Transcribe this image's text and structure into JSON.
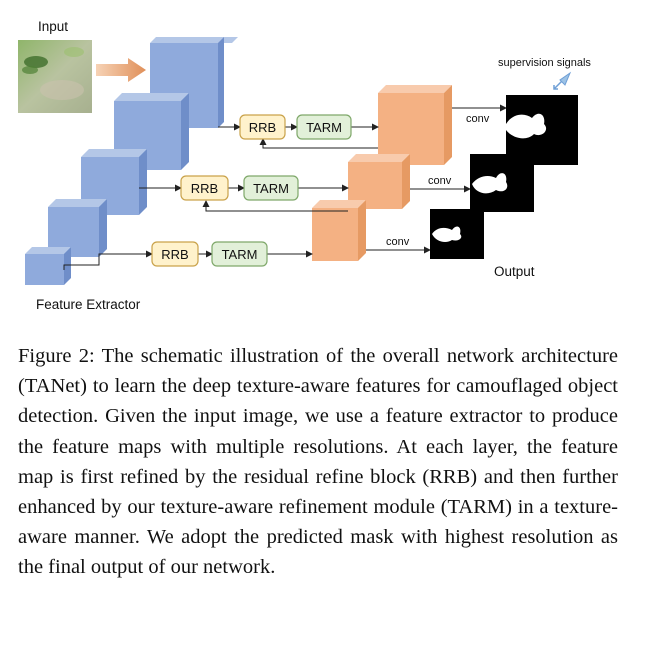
{
  "diagram": {
    "input_label": "Input",
    "supervision_label": "supervision signals",
    "rrb_label": "RRB",
    "tarm_label": "TARM",
    "conv_label": "conv",
    "output_label": "Output",
    "extractor_label": "Feature Extractor",
    "colors": {
      "cube_front": "#8faadc",
      "cube_top": "#b4c7e7",
      "cube_side": "#6f8ec9",
      "orange_front": "#f4b183",
      "orange_top": "#f8cbad",
      "orange_side": "#e69a63",
      "rrb_fill": "#fff2cc",
      "rrb_border": "#c9a24a",
      "tarm_fill": "#e2f0d9",
      "tarm_border": "#7fa86a",
      "arrow_orange": "#e0905a",
      "supervision_arrow": "#9dc3e6"
    }
  },
  "caption": {
    "text": "Figure 2: The schematic illustration of the overall network architecture (TANet) to learn the deep texture-aware features for camouflaged object detection. Given the input image, we use a feature extractor to produce the feature maps with multiple resolutions. At each layer, the feature map is first refined by the residual refine block (RRB) and then further enhanced by our texture-aware refinement module (TARM) in a texture-aware manner. We adopt the predicted mask with highest resolution as the final output of our network."
  }
}
